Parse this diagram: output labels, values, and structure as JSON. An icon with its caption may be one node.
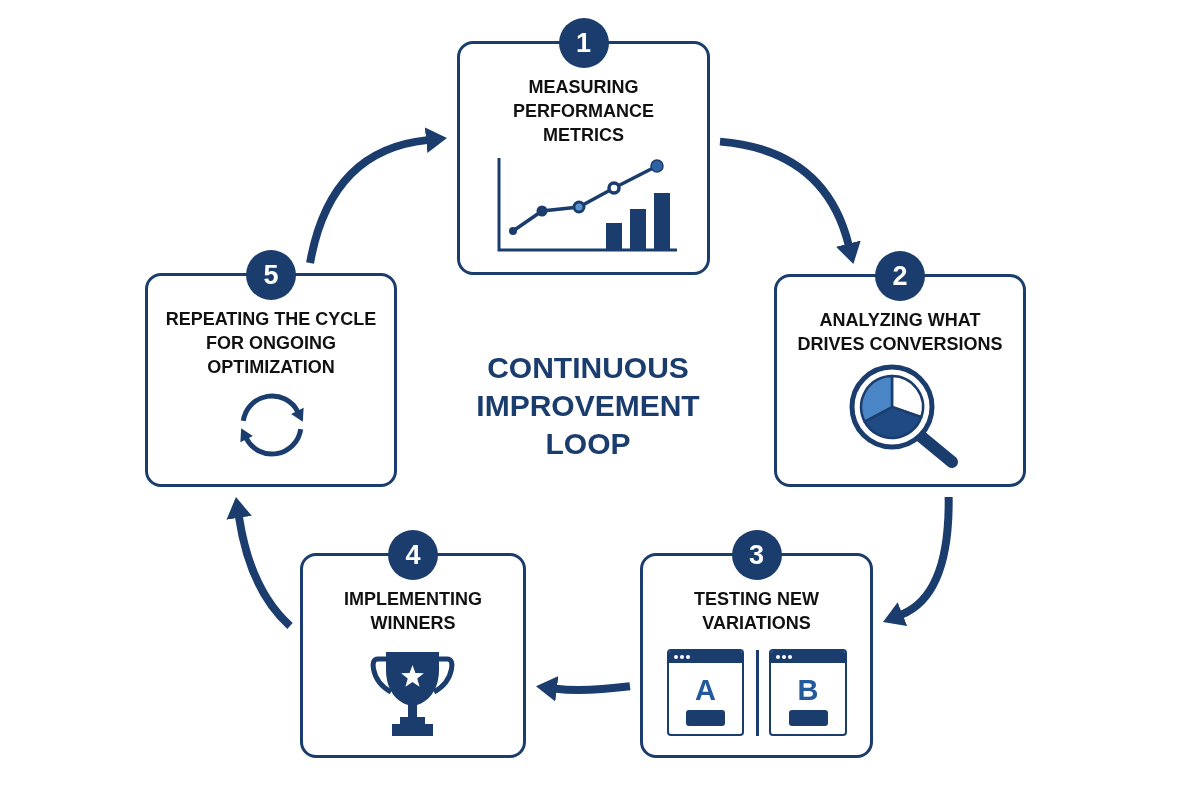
{
  "diagram": {
    "title": "CONTINUOUS IMPROVEMENT LOOP",
    "nodes": [
      {
        "text": [
          "1",
          "MEASURING PERFORMANCE METRICS"
        ]
      },
      {
        "text": [
          "2",
          "ANALYZING WHAT DRIVES CONVERSIONS"
        ]
      },
      {
        "text": [
          "3",
          "TESTING NEW VARIATIONS"
        ]
      },
      {
        "text": [
          "A"
        ],
        "in": 2
      },
      {
        "text": [
          "B"
        ],
        "in": 2
      },
      {
        "text": [
          "4",
          "IMPLEMENTING WINNERS"
        ]
      },
      {
        "text": [
          "5",
          "REPEATING THE CYCLE FOR ONGOING OPTIMIZATION"
        ]
      }
    ],
    "edges": [
      {
        "from": 0,
        "to": 1,
        "arrow": "to"
      },
      {
        "from": 1,
        "to": 2,
        "arrow": "to"
      },
      {
        "from": 2,
        "to": 5,
        "arrow": "to"
      },
      {
        "from": 5,
        "to": 6,
        "arrow": "to"
      },
      {
        "from": 6,
        "to": 0,
        "arrow": "to"
      }
    ]
  }
}
